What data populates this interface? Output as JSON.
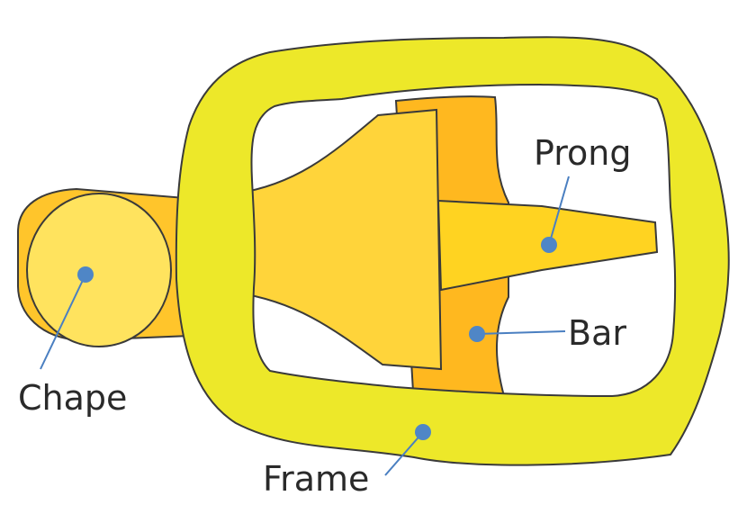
{
  "labels": {
    "prong": "Prong",
    "bar": "Bar",
    "chape": "Chape",
    "frame": "Frame"
  },
  "colors": {
    "frame": "#ede829",
    "prong": "#ffd321",
    "bar": "#ffb81f",
    "chape_body": "#ffce2e",
    "chape_disk": "#ffe35e",
    "outline": "#3a3a3a",
    "leader": "#4a7fc1",
    "dot": "#4f86c6",
    "text": "#2a2a2a"
  }
}
